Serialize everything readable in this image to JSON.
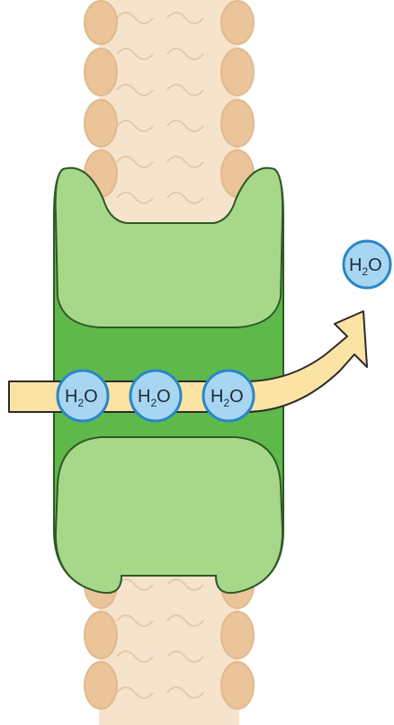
{
  "diagram": {
    "molecules": [
      {
        "h": "H",
        "sub": "2",
        "o": "O"
      },
      {
        "h": "H",
        "sub": "2",
        "o": "O"
      },
      {
        "h": "H",
        "sub": "2",
        "o": "O"
      },
      {
        "h": "H",
        "sub": "2",
        "o": "O"
      }
    ],
    "colors": {
      "membrane_fill": "#f3dcc0",
      "membrane_stroke": "#e1b98f",
      "lipid_head": "#ebc49a",
      "protein_dark": "#5fb84a",
      "protein_light": "#a7d889",
      "arrow_fill": "#fbe3a3",
      "molecule_fill": "#a8d6f2",
      "molecule_stroke": "#2b86c8"
    }
  }
}
